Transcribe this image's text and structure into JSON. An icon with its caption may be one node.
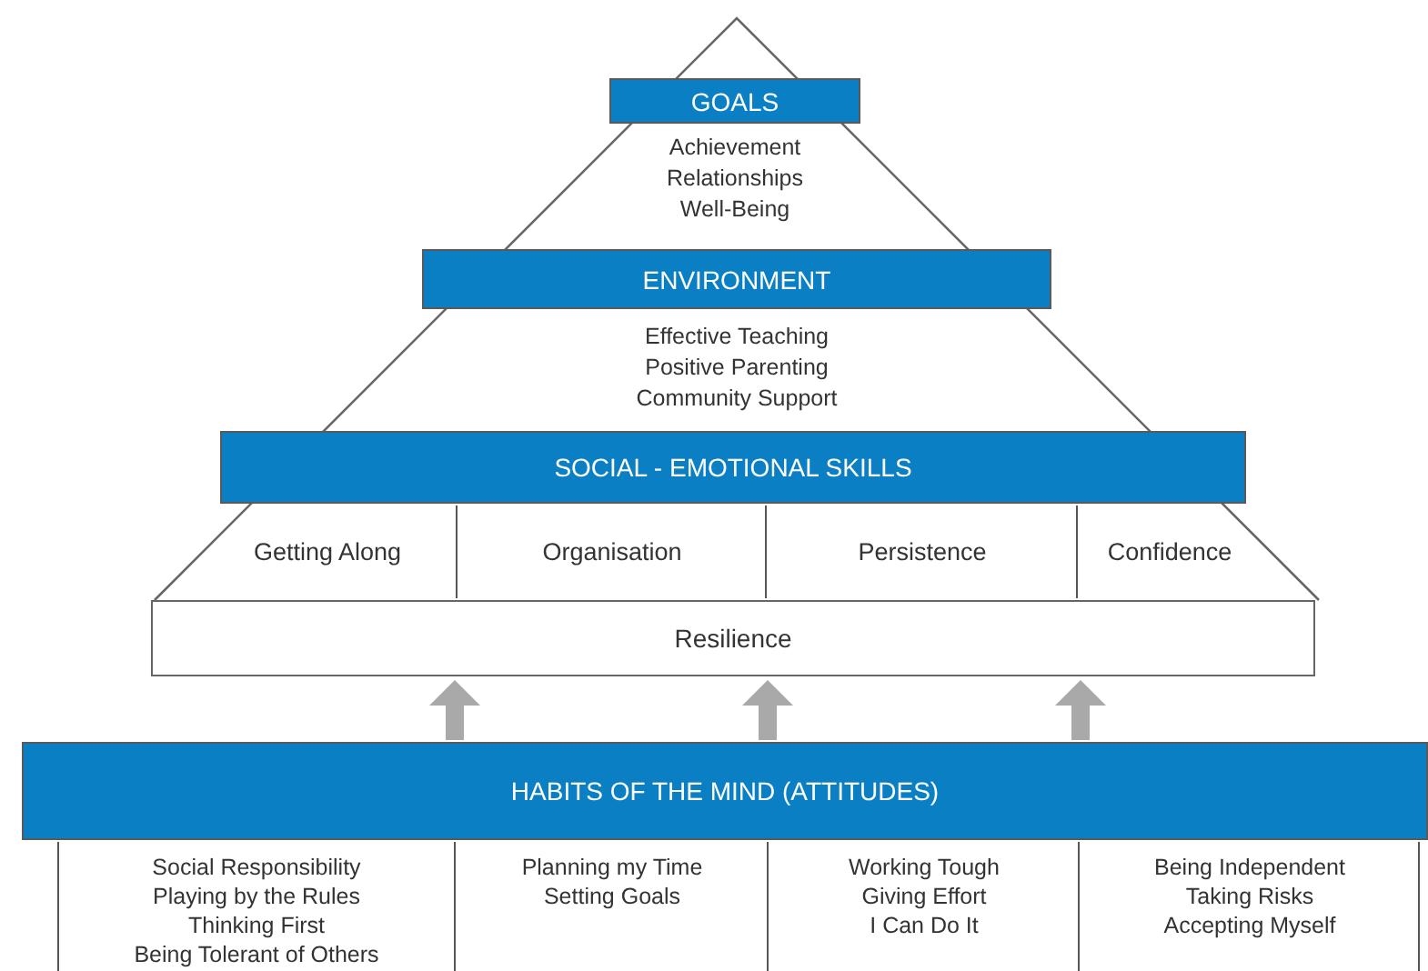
{
  "diagram": {
    "nodes": [
      {
        "text": [
          "GOALS",
          "Achievement",
          "Relationships",
          "Well-Being"
        ]
      },
      {
        "text": [
          "ENVIRONMENT",
          "Effective Teaching",
          "Positive Parenting",
          "Community Support"
        ]
      },
      {
        "text": [
          "SOCIAL - EMOTIONAL SKILLS"
        ]
      },
      {
        "text": [
          "Getting Along"
        ]
      },
      {
        "text": [
          "Organisation"
        ]
      },
      {
        "text": [
          "Persistence"
        ]
      },
      {
        "text": [
          "Confidence"
        ]
      },
      {
        "text": [
          "Resilience"
        ]
      },
      {
        "text": [
          "HABITS OF THE MIND (ATTITUDES)"
        ]
      },
      {
        "text": [
          "Social Responsibility",
          "Playing by the Rules",
          "Thinking First",
          "Being Tolerant of Others"
        ]
      },
      {
        "text": [
          "Planning my Time",
          "Setting Goals"
        ]
      },
      {
        "text": [
          "Working Tough",
          "Giving Effort",
          "I Can Do It"
        ]
      },
      {
        "text": [
          "Being Independent",
          "Taking Risks",
          "Accepting Myself"
        ]
      }
    ],
    "edges": [
      {
        "from": 8,
        "to": 7,
        "arrow": "to"
      },
      {
        "from": 8,
        "to": 7,
        "arrow": "to"
      },
      {
        "from": 8,
        "to": 7,
        "arrow": "to"
      }
    ]
  }
}
